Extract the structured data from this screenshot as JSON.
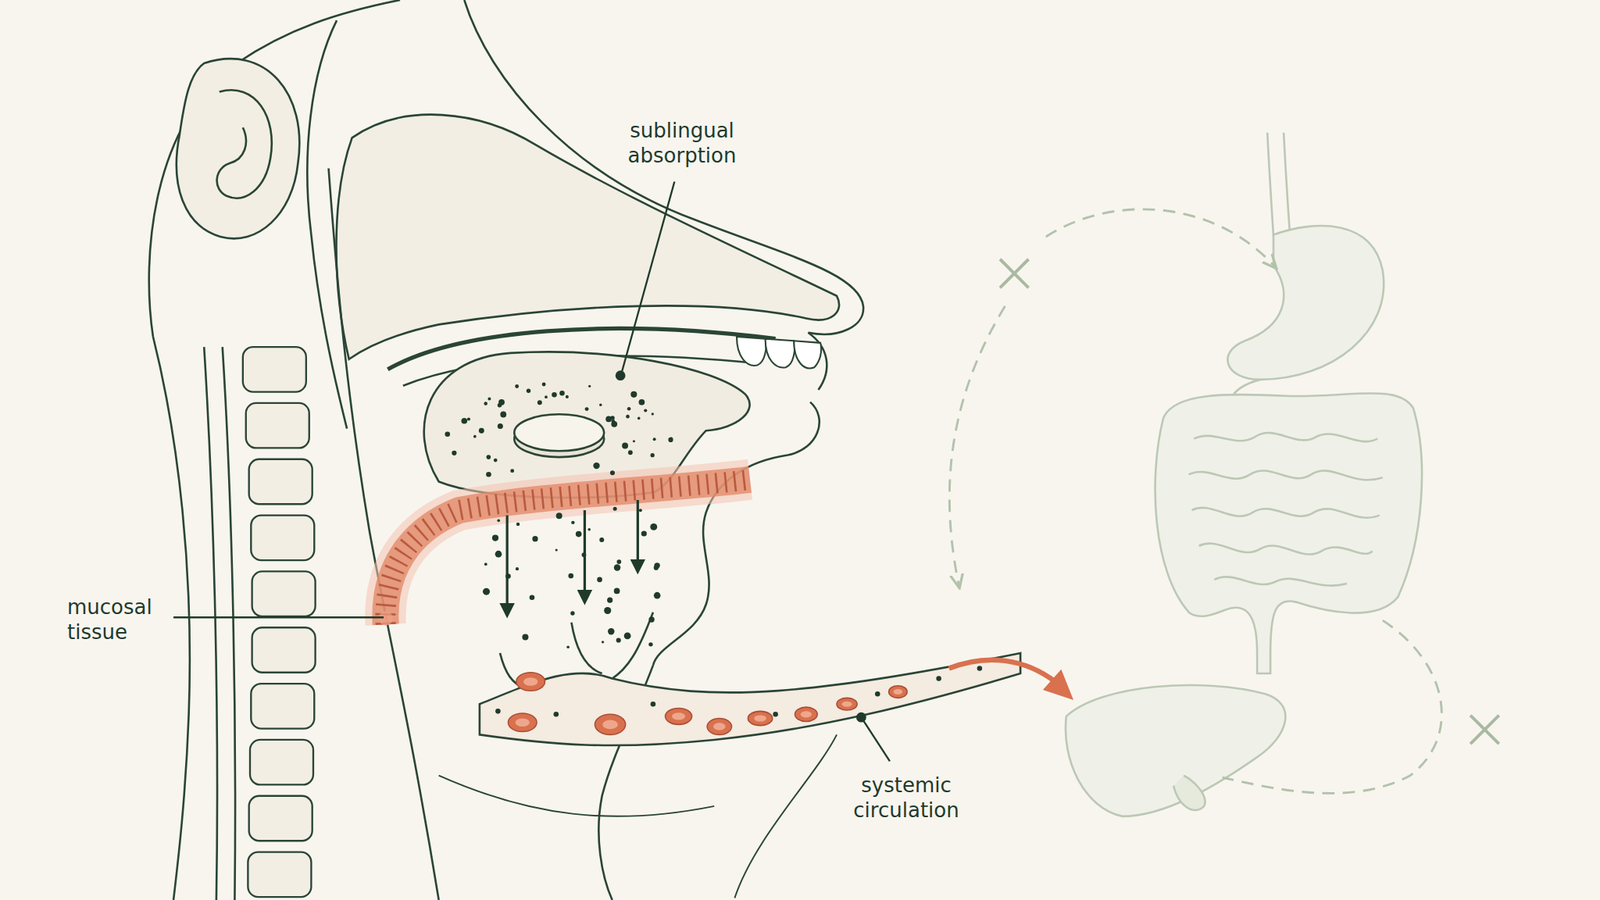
{
  "diagram": {
    "labels": [
      "sublingual absorption",
      "mucosal tissue",
      "systemic circulation"
    ]
  }
}
